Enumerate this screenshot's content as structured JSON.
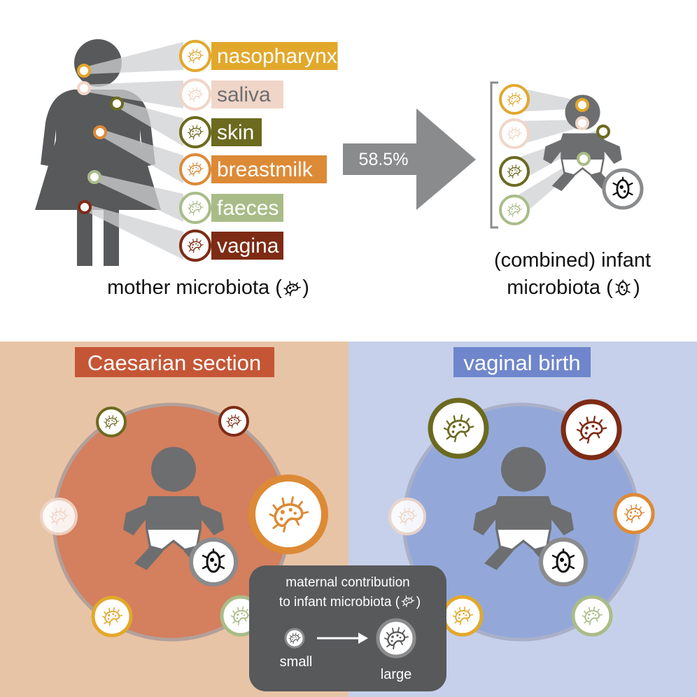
{
  "top": {
    "sources": [
      {
        "label": "nasopharynx",
        "color": "#e2a82b",
        "text_color": "#ffffff"
      },
      {
        "label": "saliva",
        "color": "#f0d6c8",
        "text_color": "#6d6e70"
      },
      {
        "label": "skin",
        "color": "#6b6a1f",
        "text_color": "#ffffff"
      },
      {
        "label": "breastmilk",
        "color": "#dd8a36",
        "text_color": "#ffffff"
      },
      {
        "label": "faeces",
        "color": "#a9bc88",
        "text_color": "#ffffff"
      },
      {
        "label": "vagina",
        "color": "#7e2b15",
        "text_color": "#ffffff"
      }
    ],
    "mother_caption": "mother microbiota (",
    "mother_caption_end": ")",
    "arrow_percent": "58.5%",
    "infant_caption_line1": "(combined) infant",
    "infant_caption_line2": "microbiota (",
    "infant_caption_end": ")"
  },
  "bottom": {
    "caesarian": {
      "title": "Caesarian section",
      "title_bg": "#c45636",
      "panel_bg": "#e8c4a6",
      "circle_color": "#d47f5e"
    },
    "vaginal": {
      "title": "vaginal birth",
      "title_bg": "#6f86cc",
      "panel_bg": "#c6d0eb",
      "circle_color": "#93a8d9"
    },
    "legend": {
      "line1": "maternal contribution",
      "line2": "to infant microbiota (",
      "line2_end": ")",
      "small": "small",
      "large": "large"
    }
  },
  "colors": {
    "figure_gray": "#58595b",
    "arrow_gray": "#8a8b8d"
  }
}
